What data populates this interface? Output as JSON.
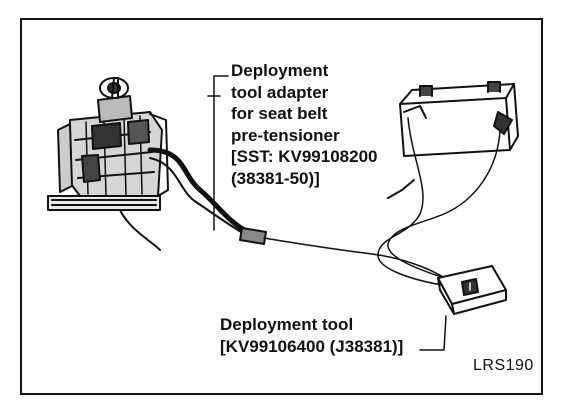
{
  "labels": {
    "adapter": [
      "Deployment",
      "tool adapter",
      "for seat belt",
      "pre-tensioner",
      "[SST: KV99108200",
      "(38381-50)]"
    ],
    "tool": [
      "Deployment tool",
      "[KV99106400 (J38381)]"
    ],
    "figure_code": "LRS190"
  },
  "icons": {
    "pretensioner": "seat-belt-pretensioner-illustration",
    "battery": "battery-illustration",
    "tool": "deployment-tool-box-illustration"
  }
}
